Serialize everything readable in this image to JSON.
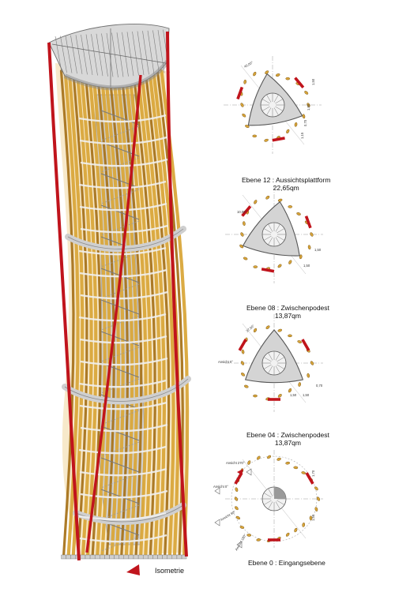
{
  "isometric": {
    "label": "Isometrie"
  },
  "plans": [
    {
      "id": "level-12",
      "title": "Ebene 12 : Aussichtsplattform",
      "area": "22,65qm",
      "dims": [
        "40,00°",
        "1,50",
        "1,50",
        "0,70",
        "1,15"
      ]
    },
    {
      "id": "level-08",
      "title": "Ebene 08 : Zwischenpodest",
      "area": "13,87qm",
      "dims": [
        "10,00°",
        "1,50",
        "1,50"
      ]
    },
    {
      "id": "level-04",
      "title": "Ebene 04 : Zwischenpodest",
      "area": "13,87qm",
      "dims": [
        "Ansicht 0°",
        "37,50°",
        "1,50",
        "1,50",
        "0,70"
      ]
    },
    {
      "id": "level-00",
      "title": "Ebene 0 : Eingangsebene",
      "area": "",
      "dims": [
        "Ansicht 0°",
        "Ansicht 90°",
        "Ansicht 180°",
        "Ansicht 270°",
        "1,70",
        "1,50"
      ]
    }
  ],
  "colors": {
    "timber": "#d9a63a",
    "timber_dark": "#a8741c",
    "steel_red": "#c0141c",
    "ring_grey": "#cfcfcf",
    "line_grey": "#888888",
    "core_grey": "#bdbdbd"
  }
}
